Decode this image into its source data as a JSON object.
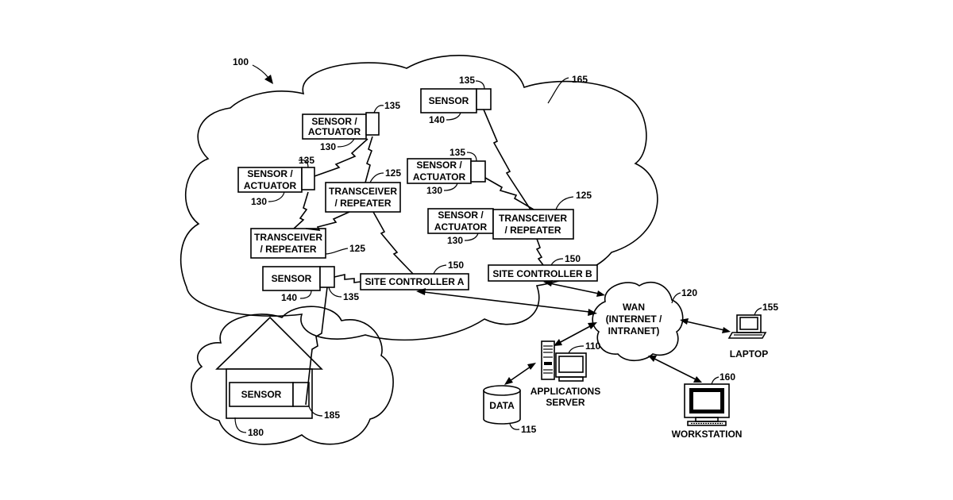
{
  "figure_ref": "100",
  "network_cloud_ref": "165",
  "site_a": {
    "sensor_actuator_top": {
      "line1": "SENSOR /",
      "line2": "ACTUATOR",
      "ref_device": "135",
      "ref_label": "130"
    },
    "sensor_actuator_left": {
      "line1": "SENSOR /",
      "line2": "ACTUATOR",
      "ref_device": "135",
      "ref_label": "130"
    },
    "transceiver_upper": {
      "line1": "TRANSCEIVER",
      "line2": "/ REPEATER",
      "ref": "125"
    },
    "transceiver_lower": {
      "line1": "TRANSCEIVER",
      "line2": "/ REPEATER",
      "ref": "125"
    },
    "sensor": {
      "label": "SENSOR",
      "ref_device": "135",
      "ref_label": "140"
    },
    "controller": {
      "label": "SITE CONTROLLER A",
      "ref": "150"
    }
  },
  "site_b": {
    "sensor": {
      "label": "SENSOR",
      "ref_device": "135",
      "ref_label": "140"
    },
    "sensor_actuator_upper": {
      "line1": "SENSOR /",
      "line2": "ACTUATOR",
      "ref_device": "135",
      "ref_label": "130"
    },
    "sensor_actuator_lower": {
      "line1": "SENSOR /",
      "line2": "ACTUATOR",
      "ref_label": "130"
    },
    "transceiver": {
      "line1": "TRANSCEIVER",
      "line2": "/ REPEATER",
      "ref": "125"
    },
    "controller": {
      "label": "SITE CONTROLLER B",
      "ref": "150"
    }
  },
  "home": {
    "sensor_label": "SENSOR",
    "ref_house": "180",
    "ref_device": "185"
  },
  "wan": {
    "line1": "WAN",
    "line2": "(INTERNET /",
    "line3": "INTRANET)",
    "ref": "120"
  },
  "laptop": {
    "label": "LAPTOP",
    "ref": "155"
  },
  "workstation": {
    "label": "WORKSTATION",
    "ref": "160"
  },
  "applications_server": {
    "line1": "APPLICATIONS",
    "line2": "SERVER",
    "ref": "110"
  },
  "data_store": {
    "label": "DATA",
    "ref": "115"
  }
}
